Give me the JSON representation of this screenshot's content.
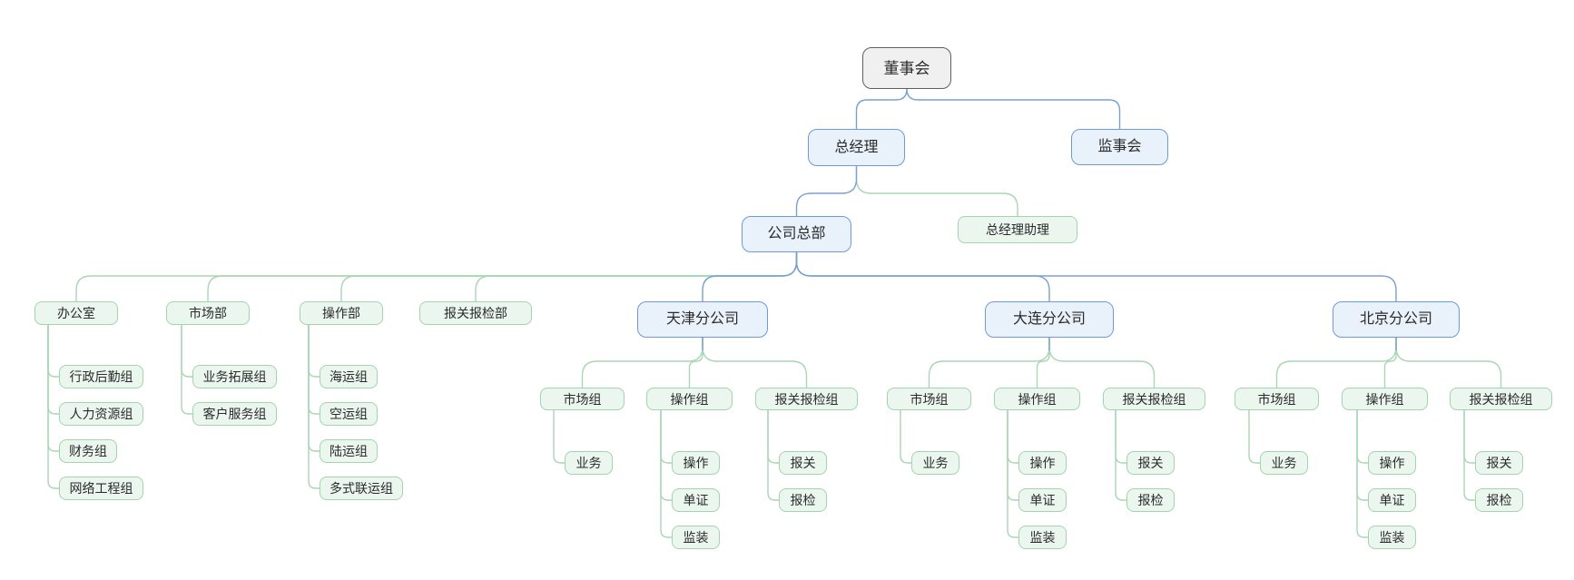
{
  "diagram": {
    "type": "org-chart",
    "colors": {
      "gray_fill": "#f0f0f0",
      "gray_border": "#606060",
      "blue_fill": "#e9f1fb",
      "blue_border": "#6e9bd2",
      "green_fill": "#eaf6ee",
      "green_border": "#a2d4ae",
      "edge_blue": "#7aa0cf",
      "edge_green": "#a9d6b5",
      "text": "#2b2b2b"
    },
    "nodes": [
      {
        "id": "board",
        "label": "董事会",
        "style": "gray",
        "parent": null,
        "edge": null
      },
      {
        "id": "general-manager",
        "label": "总经理",
        "style": "blue",
        "parent": "board",
        "edge": "blue"
      },
      {
        "id": "supervisory-board",
        "label": "监事会",
        "style": "blue",
        "parent": "board",
        "edge": "blue"
      },
      {
        "id": "hq",
        "label": "公司总部",
        "style": "blue",
        "parent": "general-manager",
        "edge": "blue"
      },
      {
        "id": "gm-assistant",
        "label": "总经理助理",
        "style": "green",
        "parent": "general-manager",
        "edge": "green"
      },
      {
        "id": "office",
        "label": "办公室",
        "style": "green",
        "parent": "hq",
        "edge": "green"
      },
      {
        "id": "marketing-dept",
        "label": "市场部",
        "style": "green",
        "parent": "hq",
        "edge": "green"
      },
      {
        "id": "operations-dept",
        "label": "操作部",
        "style": "green",
        "parent": "hq",
        "edge": "green"
      },
      {
        "id": "customs-dept",
        "label": "报关报检部",
        "style": "green",
        "parent": "hq",
        "edge": "green"
      },
      {
        "id": "tianjin-branch",
        "label": "天津分公司",
        "style": "blue",
        "parent": "hq",
        "edge": "blue"
      },
      {
        "id": "dalian-branch",
        "label": "大连分公司",
        "style": "blue",
        "parent": "hq",
        "edge": "blue"
      },
      {
        "id": "beijing-branch",
        "label": "北京分公司",
        "style": "blue",
        "parent": "hq",
        "edge": "blue"
      },
      {
        "id": "admin-logistics-group",
        "label": "行政后勤组",
        "style": "green",
        "parent": "office",
        "edge": "green"
      },
      {
        "id": "hr-group",
        "label": "人力资源组",
        "style": "green",
        "parent": "office",
        "edge": "green"
      },
      {
        "id": "finance-group",
        "label": "财务组",
        "style": "green",
        "parent": "office",
        "edge": "green"
      },
      {
        "id": "network-eng-group",
        "label": "网络工程组",
        "style": "green",
        "parent": "office",
        "edge": "green"
      },
      {
        "id": "biz-dev-group",
        "label": "业务拓展组",
        "style": "green",
        "parent": "marketing-dept",
        "edge": "green"
      },
      {
        "id": "customer-service-group",
        "label": "客户服务组",
        "style": "green",
        "parent": "marketing-dept",
        "edge": "green"
      },
      {
        "id": "sea-freight-group",
        "label": "海运组",
        "style": "green",
        "parent": "operations-dept",
        "edge": "green"
      },
      {
        "id": "air-freight-group",
        "label": "空运组",
        "style": "green",
        "parent": "operations-dept",
        "edge": "green"
      },
      {
        "id": "land-freight-group",
        "label": "陆运组",
        "style": "green",
        "parent": "operations-dept",
        "edge": "green"
      },
      {
        "id": "multimodal-group",
        "label": "多式联运组",
        "style": "green",
        "parent": "operations-dept",
        "edge": "green"
      },
      {
        "id": "tianjin-marketing-group",
        "label": "市场组",
        "style": "green",
        "parent": "tianjin-branch",
        "edge": "green"
      },
      {
        "id": "tianjin-operations-group",
        "label": "操作组",
        "style": "green",
        "parent": "tianjin-branch",
        "edge": "green"
      },
      {
        "id": "tianjin-customs-group",
        "label": "报关报检组",
        "style": "green",
        "parent": "tianjin-branch",
        "edge": "green"
      },
      {
        "id": "tianjin-business",
        "label": "业务",
        "style": "green",
        "parent": "tianjin-marketing-group",
        "edge": "green"
      },
      {
        "id": "tianjin-operation",
        "label": "操作",
        "style": "green",
        "parent": "tianjin-operations-group",
        "edge": "green"
      },
      {
        "id": "tianjin-documentation",
        "label": "单证",
        "style": "green",
        "parent": "tianjin-operations-group",
        "edge": "green"
      },
      {
        "id": "tianjin-loading-supervision",
        "label": "监装",
        "style": "green",
        "parent": "tianjin-operations-group",
        "edge": "green"
      },
      {
        "id": "tianjin-customs-declaration",
        "label": "报关",
        "style": "green",
        "parent": "tianjin-customs-group",
        "edge": "green"
      },
      {
        "id": "tianjin-inspection",
        "label": "报检",
        "style": "green",
        "parent": "tianjin-customs-group",
        "edge": "green"
      },
      {
        "id": "dalian-marketing-group",
        "label": "市场组",
        "style": "green",
        "parent": "dalian-branch",
        "edge": "green"
      },
      {
        "id": "dalian-operations-group",
        "label": "操作组",
        "style": "green",
        "parent": "dalian-branch",
        "edge": "green"
      },
      {
        "id": "dalian-customs-group",
        "label": "报关报检组",
        "style": "green",
        "parent": "dalian-branch",
        "edge": "green"
      },
      {
        "id": "dalian-business",
        "label": "业务",
        "style": "green",
        "parent": "dalian-marketing-group",
        "edge": "green"
      },
      {
        "id": "dalian-operation",
        "label": "操作",
        "style": "green",
        "parent": "dalian-operations-group",
        "edge": "green"
      },
      {
        "id": "dalian-documentation",
        "label": "单证",
        "style": "green",
        "parent": "dalian-operations-group",
        "edge": "green"
      },
      {
        "id": "dalian-loading-supervision",
        "label": "监装",
        "style": "green",
        "parent": "dalian-operations-group",
        "edge": "green"
      },
      {
        "id": "dalian-customs-declaration",
        "label": "报关",
        "style": "green",
        "parent": "dalian-customs-group",
        "edge": "green"
      },
      {
        "id": "dalian-inspection",
        "label": "报检",
        "style": "green",
        "parent": "dalian-customs-group",
        "edge": "green"
      },
      {
        "id": "beijing-marketing-group",
        "label": "市场组",
        "style": "green",
        "parent": "beijing-branch",
        "edge": "green"
      },
      {
        "id": "beijing-operations-group",
        "label": "操作组",
        "style": "green",
        "parent": "beijing-branch",
        "edge": "green"
      },
      {
        "id": "beijing-customs-group",
        "label": "报关报检组",
        "style": "green",
        "parent": "beijing-branch",
        "edge": "green"
      },
      {
        "id": "beijing-business",
        "label": "业务",
        "style": "green",
        "parent": "beijing-marketing-group",
        "edge": "green"
      },
      {
        "id": "beijing-operation",
        "label": "操作",
        "style": "green",
        "parent": "beijing-operations-group",
        "edge": "green"
      },
      {
        "id": "beijing-documentation",
        "label": "单证",
        "style": "green",
        "parent": "beijing-operations-group",
        "edge": "green"
      },
      {
        "id": "beijing-loading-supervision",
        "label": "监装",
        "style": "green",
        "parent": "beijing-operations-group",
        "edge": "green"
      },
      {
        "id": "beijing-customs-declaration",
        "label": "报关",
        "style": "green",
        "parent": "beijing-customs-group",
        "edge": "green"
      },
      {
        "id": "beijing-inspection",
        "label": "报检",
        "style": "green",
        "parent": "beijing-customs-group",
        "edge": "green"
      }
    ]
  }
}
